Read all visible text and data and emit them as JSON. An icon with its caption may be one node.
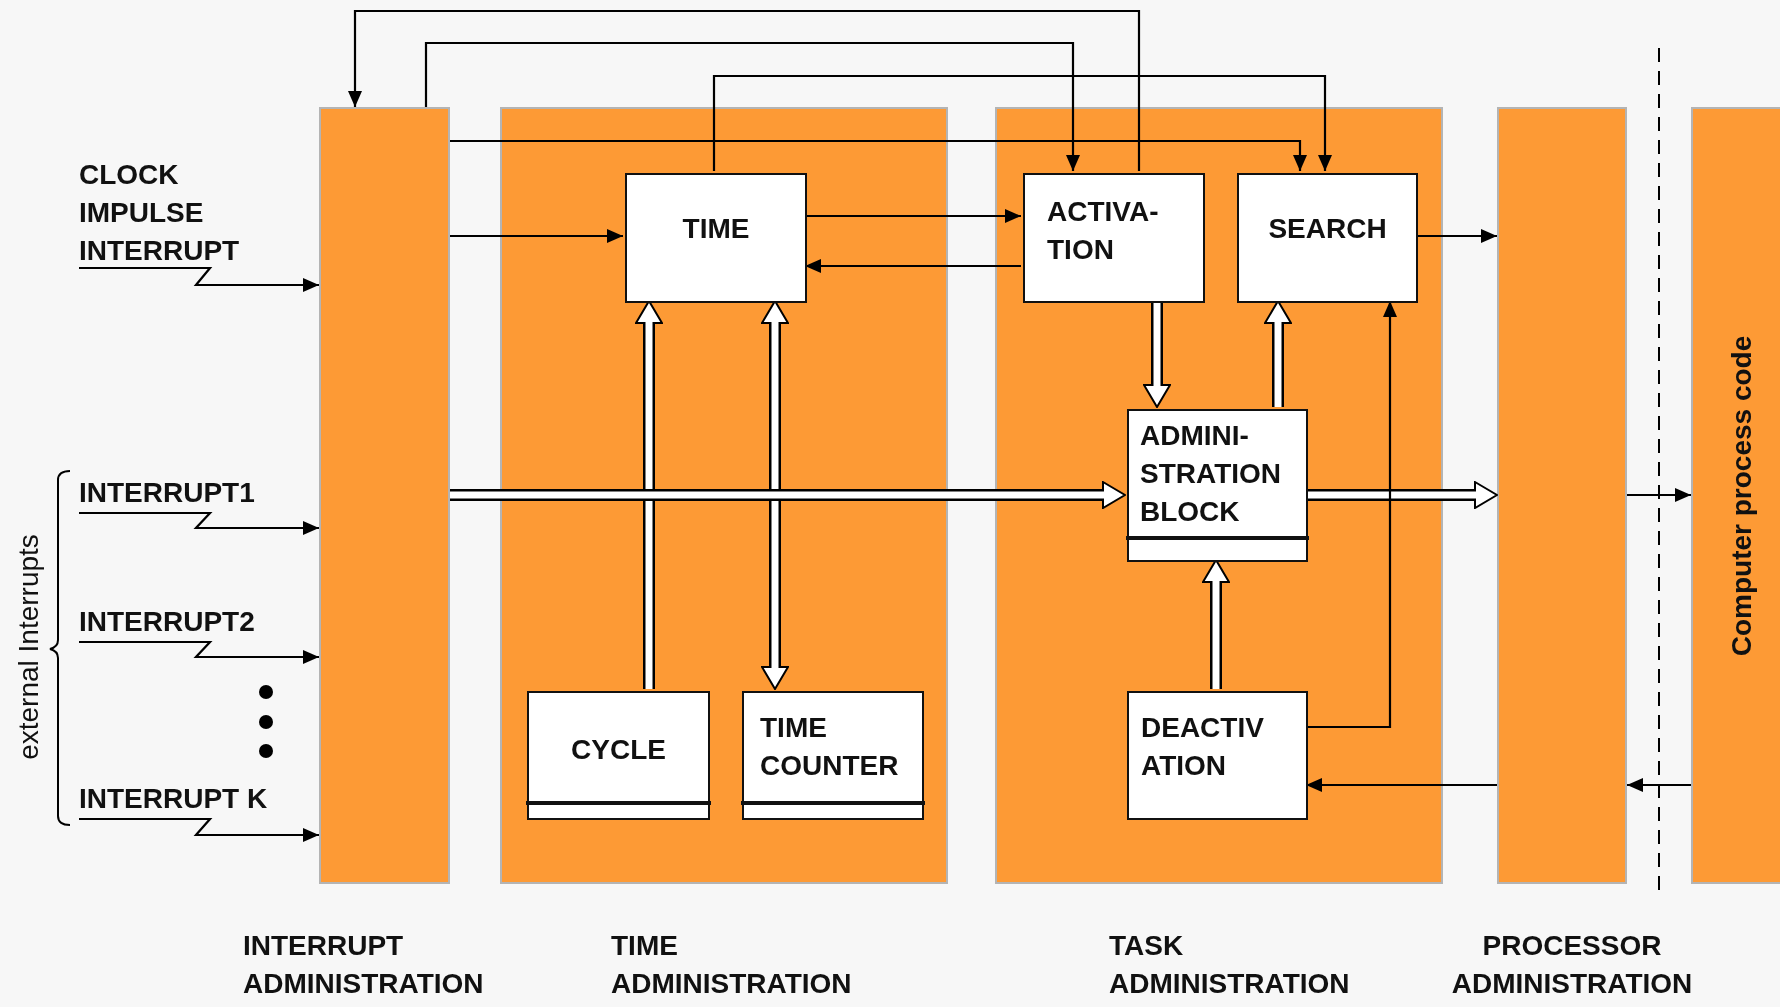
{
  "diagram": {
    "nodes": [
      {
        "text": [
          "INTERRUPT ADMINISTRATION"
        ]
      },
      {
        "text": [
          "TIME ADMINISTRATION"
        ]
      },
      {
        "text": [
          "TASK ADMINISTRATION"
        ]
      },
      {
        "text": [
          "PROCESSOR ADMINISTRATION"
        ]
      },
      {
        "text": [
          "Computer process code"
        ]
      },
      {
        "text": [
          "TIME"
        ],
        "in": 1
      },
      {
        "text": [
          "ACTIVA- TION"
        ],
        "in": 2
      },
      {
        "text": [
          "SEARCH"
        ],
        "in": 2
      },
      {
        "text": [
          "ADMINI- STRATION BLOCK"
        ],
        "in": 2
      },
      {
        "text": [
          "CYCLE"
        ],
        "in": 1
      },
      {
        "text": [
          "TIME COUNTER"
        ],
        "in": 1
      },
      {
        "text": [
          "DEACTIV ATION"
        ],
        "in": 2
      },
      {
        "text": [
          "CLOCK IMPULSE INTERRUPT"
        ]
      },
      {
        "text": [
          "INTERRUPT1"
        ]
      },
      {
        "text": [
          "INTERRUPT2"
        ]
      },
      {
        "text": [
          "INTERRUPT K"
        ]
      }
    ],
    "edges": [
      {
        "from": 12,
        "to": 0,
        "arrow": "to"
      },
      {
        "from": 13,
        "to": 0,
        "arrow": "to"
      },
      {
        "from": 14,
        "to": 0,
        "arrow": "to"
      },
      {
        "from": 15,
        "to": 0,
        "arrow": "to"
      },
      {
        "from": 6,
        "to": 0,
        "arrow": "to"
      },
      {
        "from": 0,
        "to": 6,
        "arrow": "to"
      },
      {
        "from": 5,
        "to": 7,
        "arrow": "to"
      },
      {
        "from": 0,
        "to": 7,
        "arrow": "to"
      },
      {
        "from": 0,
        "to": 5,
        "arrow": "to"
      },
      {
        "from": 5,
        "to": 6,
        "arrow": "to"
      },
      {
        "from": 6,
        "to": 5,
        "arrow": "to"
      },
      {
        "from": 7,
        "to": 3,
        "arrow": "to"
      },
      {
        "from": 6,
        "to": 8,
        "arrow": "to",
        "style": "thick",
        "color": "#ffffff"
      },
      {
        "from": 8,
        "to": 7,
        "arrow": "to",
        "style": "thick",
        "color": "#ffffff"
      },
      {
        "from": 9,
        "to": 5,
        "arrow": "to",
        "style": "thick",
        "color": "#ffffff"
      },
      {
        "from": 5,
        "to": 10,
        "arrow": "both",
        "style": "thick",
        "color": "#ffffff"
      },
      {
        "from": 0,
        "to": 8,
        "arrow": "to",
        "style": "thick",
        "color": "#ffffff"
      },
      {
        "from": 8,
        "to": 3,
        "arrow": "to",
        "style": "thick",
        "color": "#ffffff"
      },
      {
        "from": 11,
        "to": 8,
        "arrow": "to",
        "style": "thick",
        "color": "#ffffff"
      },
      {
        "from": 11,
        "to": 7,
        "arrow": "to"
      },
      {
        "from": 3,
        "to": 11,
        "arrow": "to"
      },
      {
        "from": 3,
        "to": 4,
        "arrow": "to"
      },
      {
        "from": 4,
        "to": 3,
        "arrow": "to"
      }
    ],
    "labels": [
      "external Interrupts"
    ]
  }
}
